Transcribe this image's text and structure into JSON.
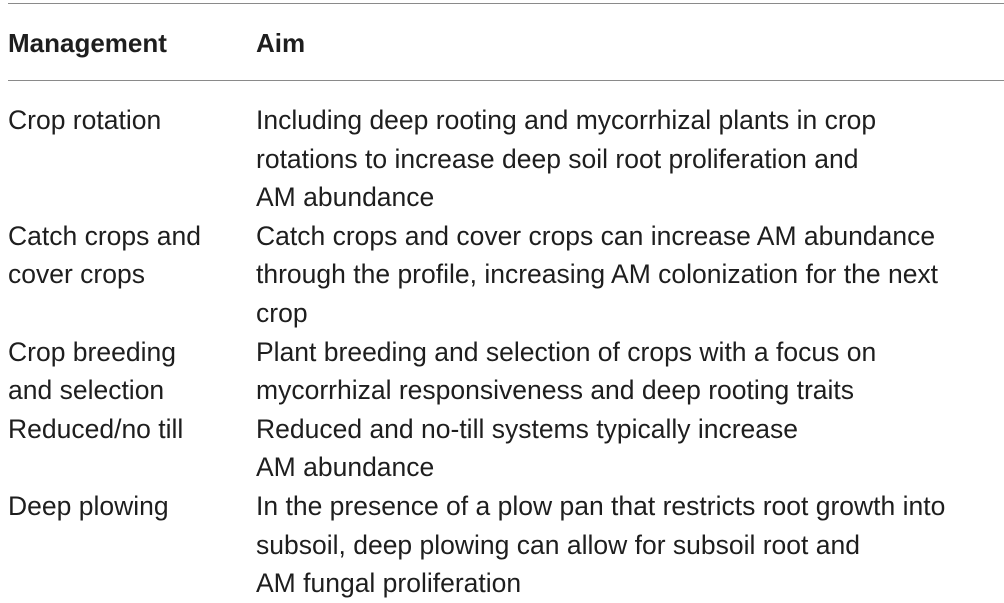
{
  "table": {
    "headers": {
      "management": "Management",
      "aim": "Aim"
    },
    "rows": [
      {
        "management": [
          "Crop rotation"
        ],
        "aim": [
          "Including deep rooting and mycorrhizal plants in crop",
          "rotations to increase deep soil root proliferation and",
          "AM abundance"
        ]
      },
      {
        "management": [
          "Catch crops and",
          "cover crops"
        ],
        "aim": [
          "Catch crops and cover crops can increase AM abundance",
          "through the profile, increasing AM colonization for the next",
          "crop"
        ]
      },
      {
        "management": [
          "Crop breeding",
          "and selection"
        ],
        "aim": [
          "Plant breeding and selection of crops with a focus on",
          "mycorrhizal responsiveness and deep rooting traits"
        ]
      },
      {
        "management": [
          "Reduced/no till"
        ],
        "aim": [
          "Reduced and no-till systems typically increase",
          "AM abundance"
        ]
      },
      {
        "management": [
          "Deep plowing"
        ],
        "aim": [
          "In the presence of a plow pan that restricts root growth into",
          "subsoil, deep plowing can allow for subsoil root and",
          "AM fungal proliferation"
        ]
      }
    ]
  }
}
